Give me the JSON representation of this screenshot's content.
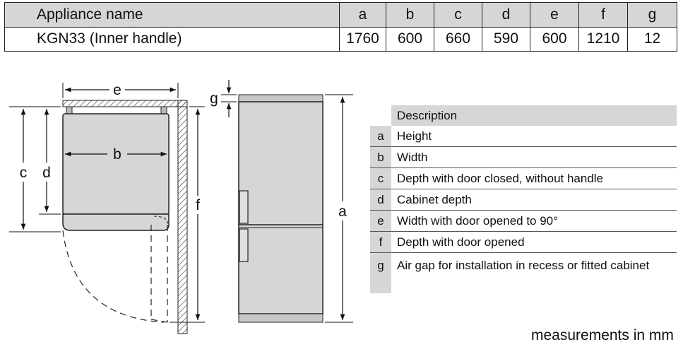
{
  "table": {
    "header": {
      "name": "Appliance name",
      "cols": [
        "a",
        "b",
        "c",
        "d",
        "e",
        "f",
        "g"
      ]
    },
    "row": {
      "name": "KGN33 (Inner handle)",
      "values": [
        "1760",
        "600",
        "660",
        "590",
        "600",
        "1210",
        "12"
      ]
    }
  },
  "drawing": {
    "labels": {
      "a": "a",
      "b": "b",
      "c": "c",
      "d": "d",
      "e": "e",
      "f": "f",
      "g": "g"
    }
  },
  "legend": {
    "header": "Description",
    "items": [
      {
        "key": "a",
        "text": "Height"
      },
      {
        "key": "b",
        "text": "Width"
      },
      {
        "key": "c",
        "text": "Depth with door closed, without handle"
      },
      {
        "key": "d",
        "text": "Cabinet depth"
      },
      {
        "key": "e",
        "text": "Width with door opened to 90°"
      },
      {
        "key": "f",
        "text": "Depth with door opened"
      },
      {
        "key": "g",
        "text": "Air gap for installation in recess or fitted cabinet"
      }
    ]
  },
  "note": "measurements in mm",
  "colors": {
    "header_bg": "#d6d6d6",
    "line": "#222222",
    "hatch": "#333333"
  }
}
